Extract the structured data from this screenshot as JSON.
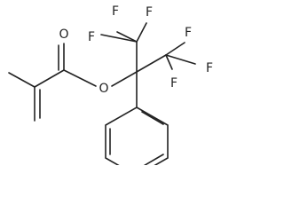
{
  "molecule": {
    "atoms": {
      "carbonyl_oxygen": "O",
      "ester_oxygen": "O",
      "fluorine_1": "F",
      "fluorine_2": "F",
      "fluorine_3": "F",
      "fluorine_4": "F",
      "fluorine_5": "F",
      "fluorine_6": "F"
    }
  }
}
